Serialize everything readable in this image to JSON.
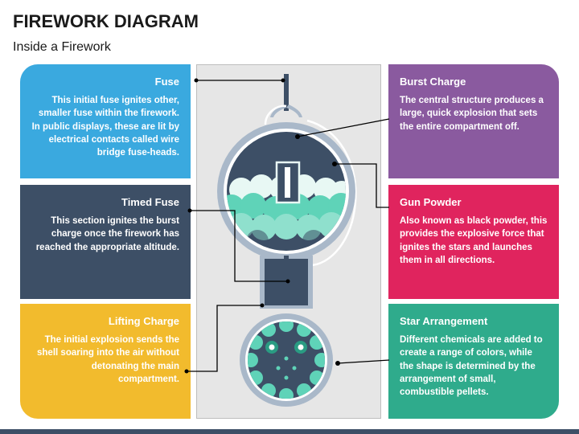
{
  "header": {
    "title": "FIREWORK DIAGRAM",
    "subtitle": "Inside a Firework"
  },
  "cards": {
    "fuse": {
      "title": "Fuse",
      "text": "This initial fuse ignites other, smaller fuse within the firework. In public displays, these are lit by electrical contacts called wire bridge fuse-heads.",
      "color": "#3aa9df"
    },
    "timed_fuse": {
      "title": "Timed Fuse",
      "text": "This section ignites the burst charge once the firework has reached the appropriate altitude.",
      "color": "#3d4f66"
    },
    "lifting_charge": {
      "title": "Lifting Charge",
      "text": "The initial explosion sends the shell soaring into the air without detonating the main compartment.",
      "color": "#f2bb2d"
    },
    "burst_charge": {
      "title": "Burst Charge",
      "text": "The central structure produces a large, quick explosion that sets the entire compartment off.",
      "color": "#8a5a9f"
    },
    "gun_powder": {
      "title": "Gun Powder",
      "text": "Also known as black powder, this provides the explosive force that ignites the stars and launches them in all directions.",
      "color": "#e0245e"
    },
    "star_arrangement": {
      "title": "Star Arrangement",
      "text": "Different chemicals are added to create a range of colors, while the shape is determined by the arrangement of small, combustible pellets.",
      "color": "#2fab8c"
    }
  },
  "colors": {
    "shell_dark": "#3d4f66",
    "shell_ring": "#a9b8c9",
    "star_teal": "#5fd3b8",
    "star_dark_teal": "#2a9c83"
  }
}
